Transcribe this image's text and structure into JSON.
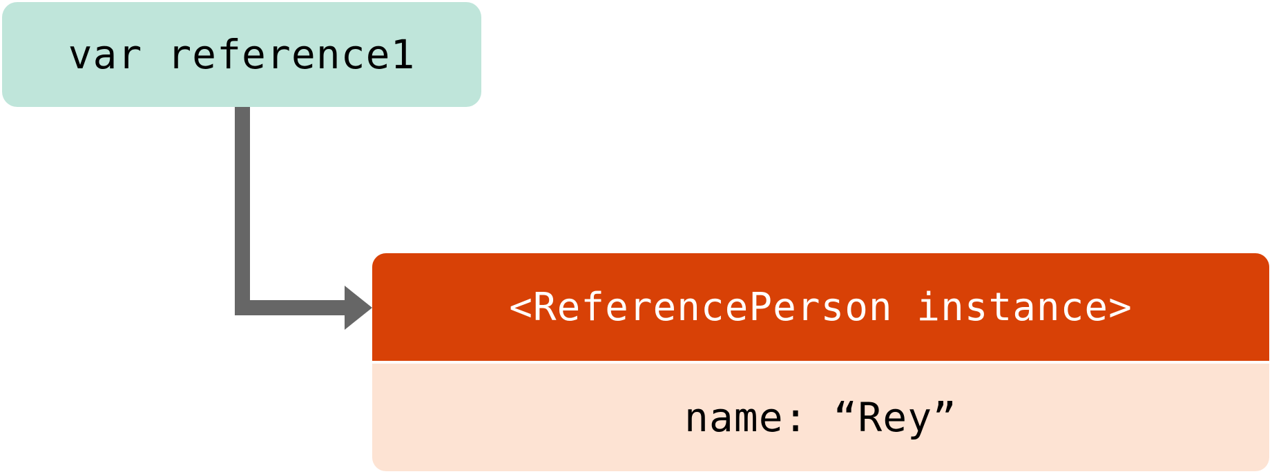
{
  "variable": {
    "label": "var reference1"
  },
  "instance": {
    "header": "<ReferencePerson instance>",
    "property": "name: “Rey”"
  },
  "colors": {
    "variable_fill": "#bfe5da",
    "instance_header_fill": "#d84106",
    "instance_body_fill": "#fde3d3",
    "arrow": "#666666"
  }
}
